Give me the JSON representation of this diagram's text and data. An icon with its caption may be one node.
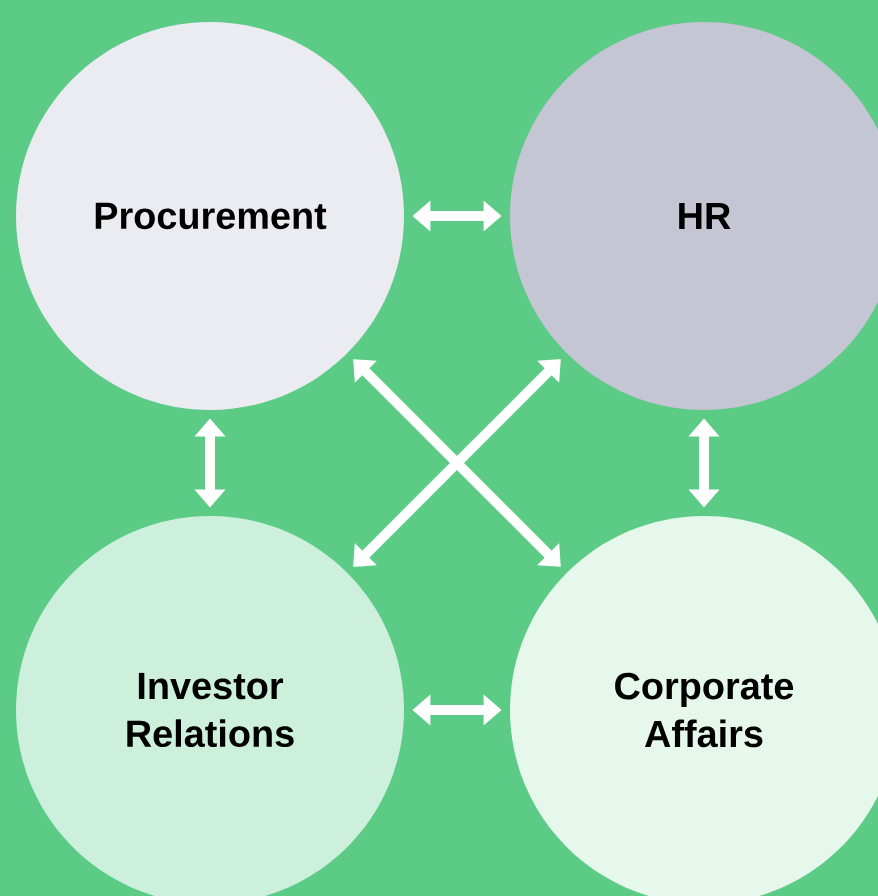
{
  "diagram": {
    "nodes": [
      {
        "text": [
          "Procurement"
        ]
      },
      {
        "text": [
          "HR"
        ]
      },
      {
        "text": [
          "Investor Relations"
        ]
      },
      {
        "text": [
          "Corporate Affairs"
        ]
      }
    ],
    "edges": [
      {
        "from": 0,
        "to": 1,
        "arrow": "both"
      },
      {
        "from": 0,
        "to": 2,
        "arrow": "both"
      },
      {
        "from": 1,
        "to": 3,
        "arrow": "both"
      },
      {
        "from": 2,
        "to": 3,
        "arrow": "both"
      },
      {
        "from": 0,
        "to": 3,
        "arrow": "both"
      },
      {
        "from": 1,
        "to": 2,
        "arrow": "both"
      }
    ]
  }
}
